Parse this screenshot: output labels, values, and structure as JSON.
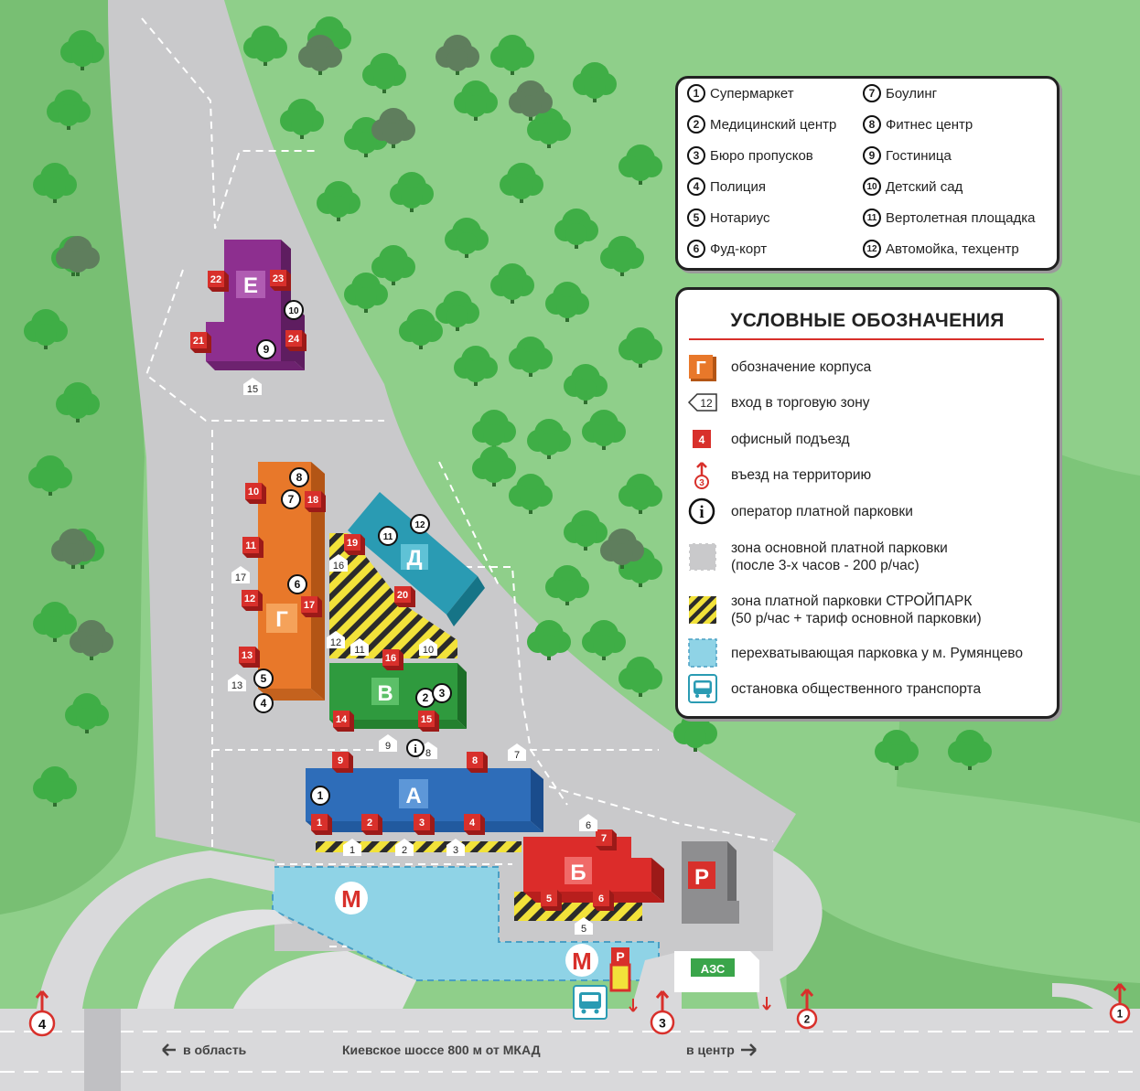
{
  "pois": [
    {
      "num": "1",
      "label": "Супермаркет"
    },
    {
      "num": "2",
      "label": "Медицинский центр"
    },
    {
      "num": "3",
      "label": "Бюро пропусков"
    },
    {
      "num": "4",
      "label": "Полиция"
    },
    {
      "num": "5",
      "label": "Нотариус"
    },
    {
      "num": "6",
      "label": "Фуд-корт"
    },
    {
      "num": "7",
      "label": "Боулинг"
    },
    {
      "num": "8",
      "label": "Фитнес центр"
    },
    {
      "num": "9",
      "label": "Гостиница"
    },
    {
      "num": "10",
      "label": "Детский сад"
    },
    {
      "num": "11",
      "label": "Вертолетная площадка"
    },
    {
      "num": "12",
      "label": "Автомойка, техцентр"
    }
  ],
  "legend": {
    "title": "УСЛОВНЫЕ ОБОЗНАЧЕНИЯ",
    "items": [
      {
        "symbol": "Г",
        "text": "обозначение корпуса"
      },
      {
        "symbol": "12",
        "text": "вход в торговую зону"
      },
      {
        "symbol": "4",
        "text": "офисный подъезд"
      },
      {
        "symbol": "3",
        "text": "въезд на территорию"
      },
      {
        "symbol": "i",
        "text": "оператор платной парковки"
      },
      {
        "text": "зона основной платной парковки",
        "text2": "(после 3-х часов - 200 р/час)"
      },
      {
        "text": "зона платной парковки СТРОЙПАРК",
        "text2": "(50 р/час + тариф основной парковки)"
      },
      {
        "text": "перехватывающая парковка у м. Румянцево"
      },
      {
        "text": "остановка общественного транспорта"
      }
    ]
  },
  "buildings": {
    "a": "А",
    "b": "Б",
    "v": "В",
    "g": "Г",
    "d": "Д",
    "e": "Е",
    "parking": "Р",
    "parking_small": "Р",
    "gas": "АЗС",
    "metro": "М",
    "metro2": "М"
  },
  "office_entrances": [
    "1",
    "2",
    "3",
    "4",
    "5",
    "6",
    "7",
    "8",
    "9",
    "10",
    "11",
    "12",
    "13",
    "14",
    "15",
    "16",
    "17",
    "18",
    "19",
    "20",
    "21",
    "22",
    "23",
    "24"
  ],
  "trade_entrances": [
    "1",
    "2",
    "3",
    "5",
    "6",
    "7",
    "8",
    "9",
    "10",
    "11",
    "12",
    "13",
    "15",
    "16",
    "17"
  ],
  "building_pois": [
    "1",
    "2",
    "3",
    "4",
    "5",
    "6",
    "7",
    "8",
    "9",
    "10",
    "11",
    "12"
  ],
  "info_label": "i",
  "road": {
    "name": "Киевское шоссе 800 м от МКАД",
    "left_dir": "в область",
    "right_dir": "в центр"
  },
  "gates": [
    "1",
    "2",
    "3",
    "4"
  ],
  "colors": {
    "grass": "#8fcf8a",
    "tree": "#3fae46",
    "tree_dark": "#5f7e5d",
    "lot": "#c9c9cb",
    "road": "#d9d9db",
    "metro_lot": "#8fd3e6",
    "red": "#d8302b"
  }
}
